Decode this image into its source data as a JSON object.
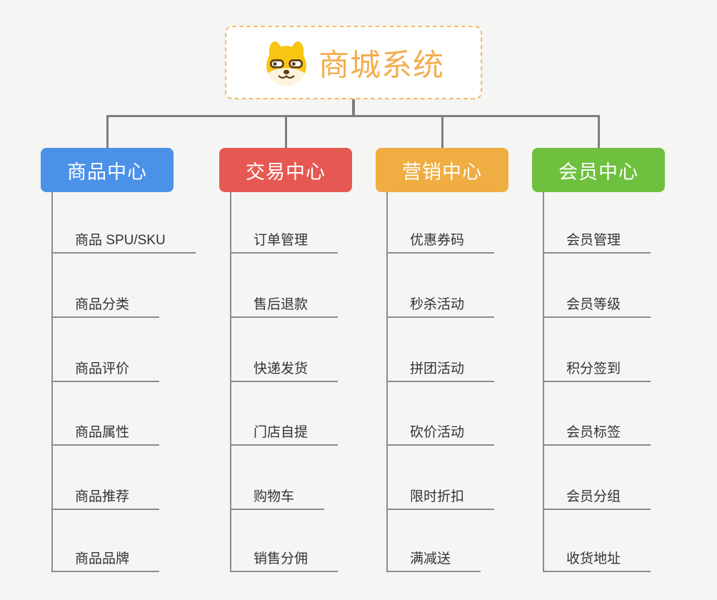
{
  "root": {
    "title": "商城系统",
    "icon": "shiba-dog-icon",
    "text_color": "#f2ae4d",
    "border_color": "#f3bd6a"
  },
  "branches": [
    {
      "label": "商品中心",
      "color": "#4b91e8",
      "children": [
        "商品 SPU/SKU",
        "商品分类",
        "商品评价",
        "商品属性",
        "商品推荐",
        "商品品牌"
      ]
    },
    {
      "label": "交易中心",
      "color": "#e65953",
      "children": [
        "订单管理",
        "售后退款",
        "快递发货",
        "门店自提",
        "购物车",
        "销售分佣"
      ]
    },
    {
      "label": "营销中心",
      "color": "#efad42",
      "children": [
        "优惠券码",
        "秒杀活动",
        "拼团活动",
        "砍价活动",
        "限时折扣",
        "满减送"
      ]
    },
    {
      "label": "会员中心",
      "color": "#70c040",
      "children": [
        "会员管理",
        "会员等级",
        "积分签到",
        "会员标签",
        "会员分组",
        "收货地址"
      ]
    }
  ],
  "colors": {
    "background": "#f5f5f4",
    "connector": "#7e7e7e",
    "leaf_line": "#8c8c8c",
    "leaf_text": "#333333"
  }
}
